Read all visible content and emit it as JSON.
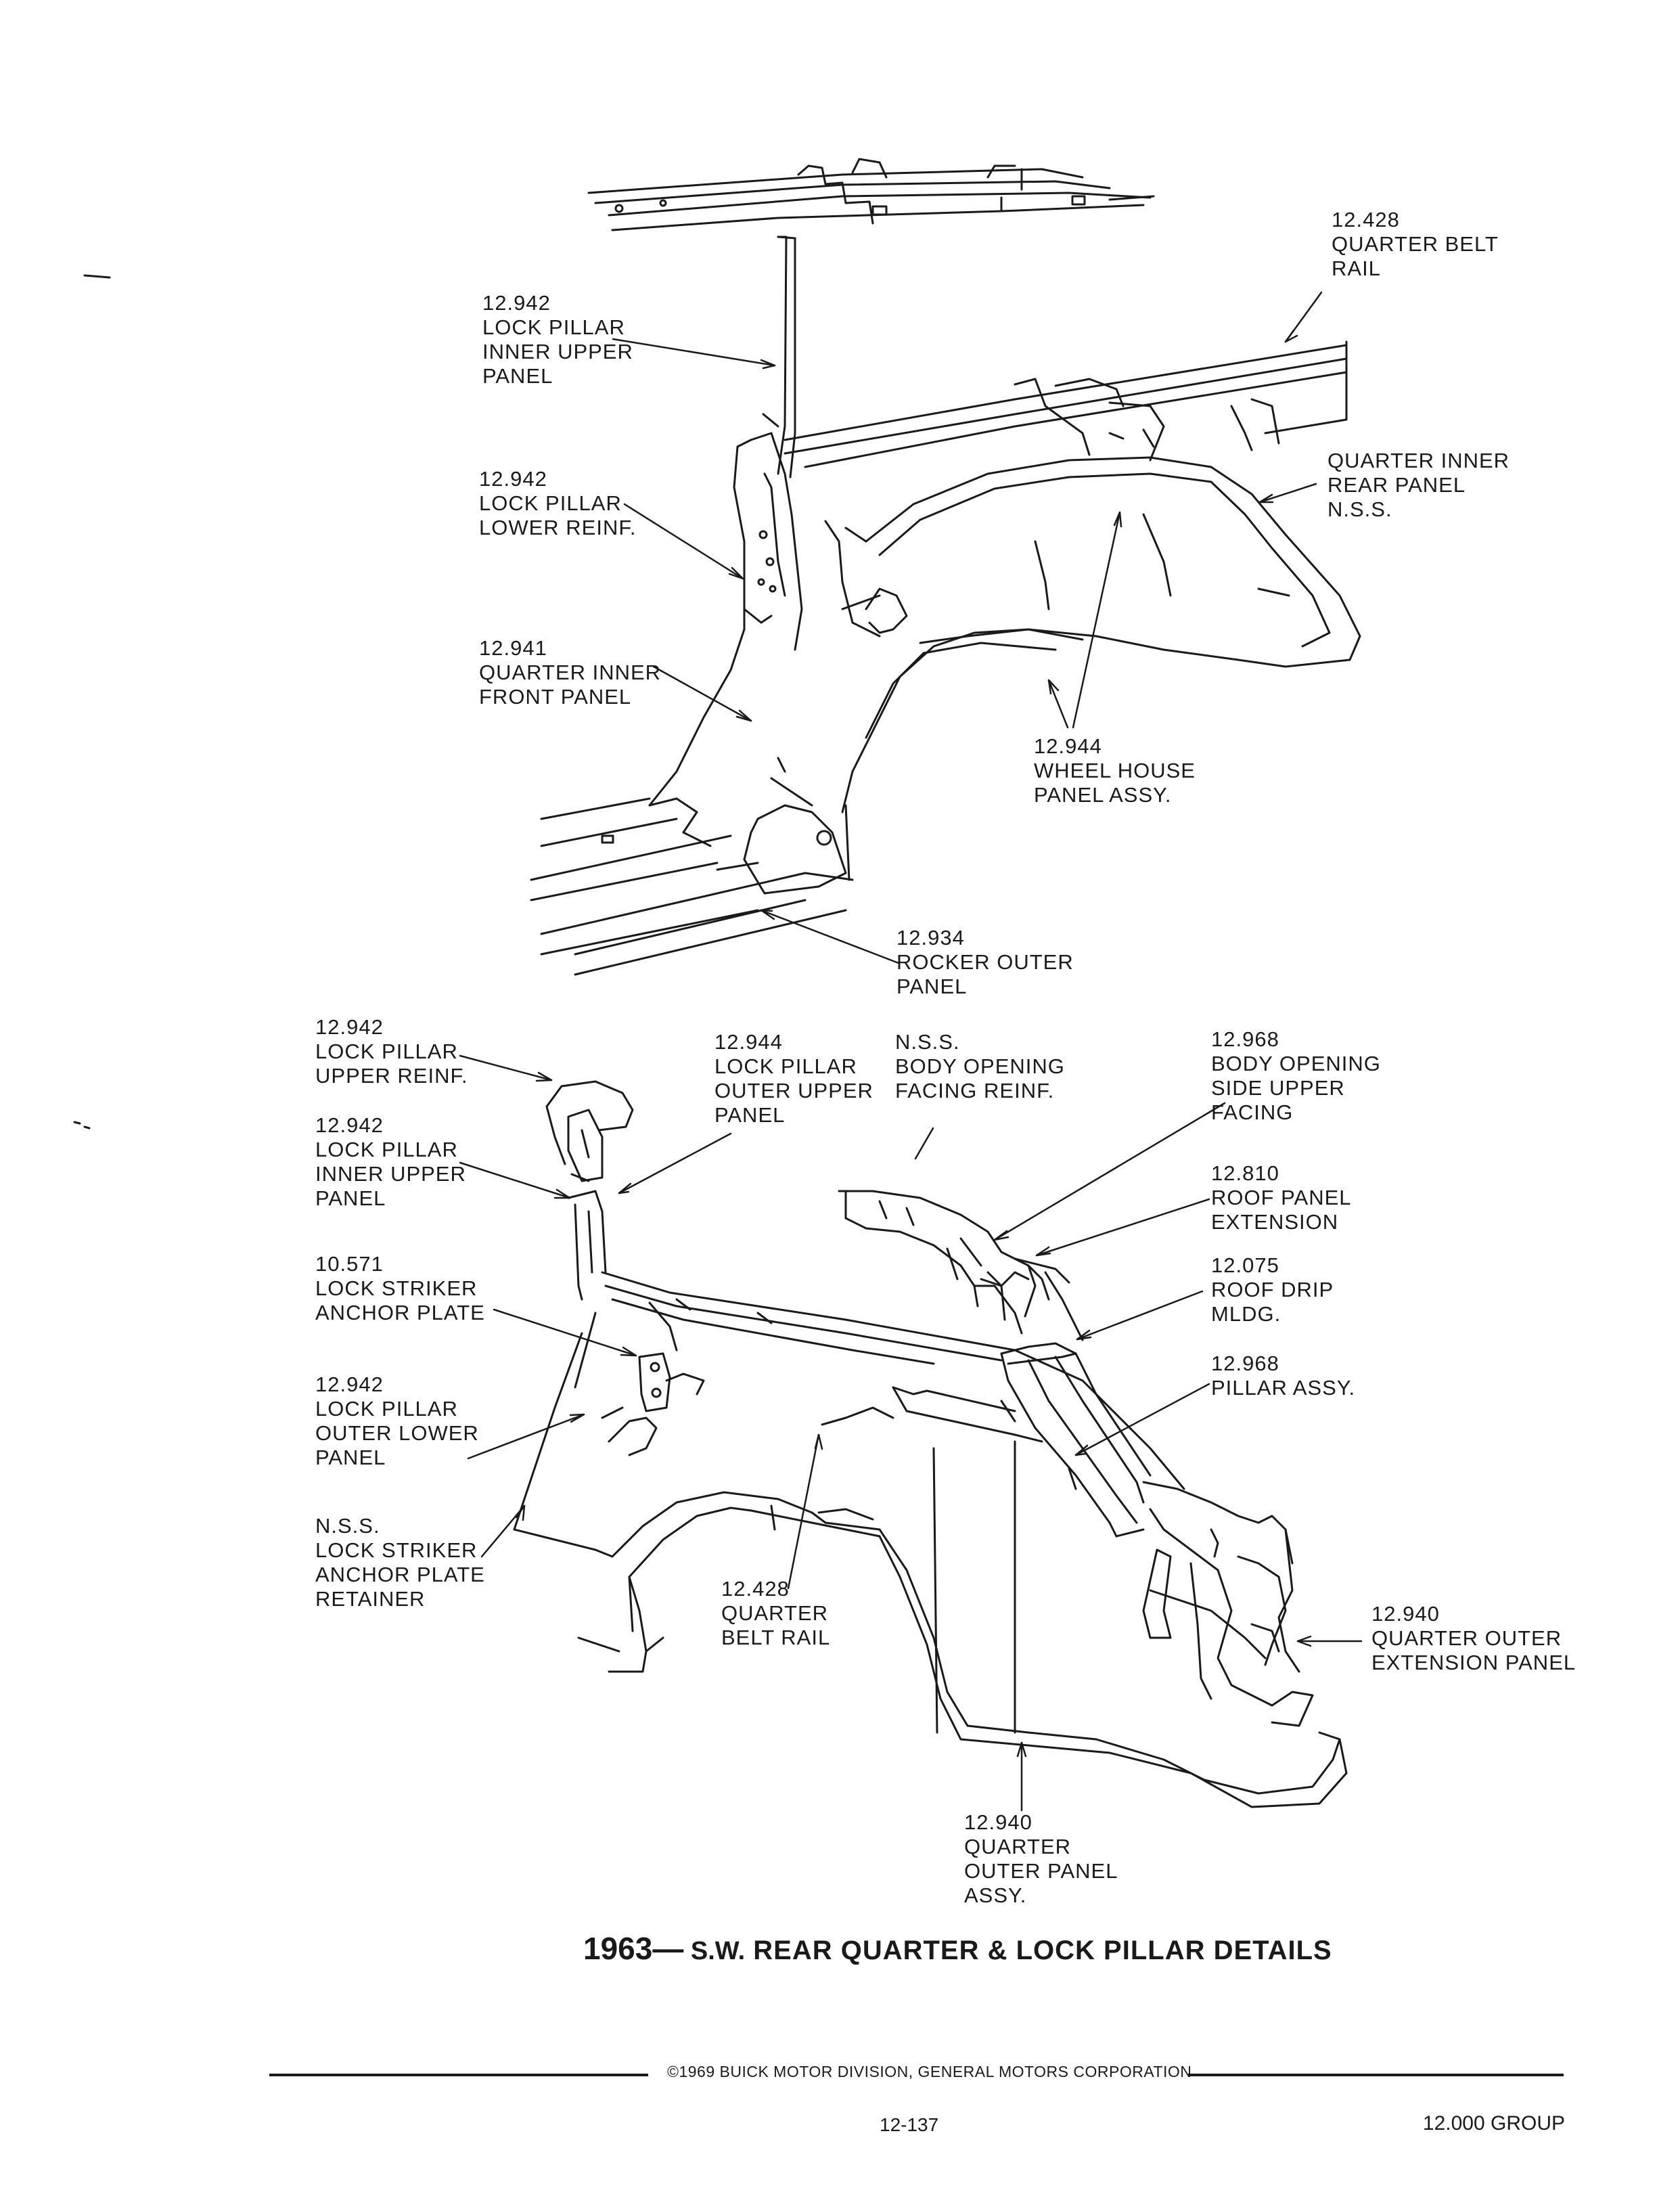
{
  "callouts": {
    "quarter_belt_rail_upper": [
      "12.428",
      "QUARTER BELT",
      "RAIL"
    ],
    "lock_pillar_inner_upper_top": [
      "12.942",
      "LOCK PILLAR",
      "INNER UPPER",
      "PANEL"
    ],
    "quarter_inner_rear": [
      "QUARTER INNER",
      "REAR PANEL",
      "N.S.S."
    ],
    "lock_pillar_lower_reinf": [
      "12.942",
      "LOCK PILLAR",
      "LOWER REINF."
    ],
    "quarter_inner_front": [
      "12.941",
      "QUARTER INNER",
      "FRONT PANEL"
    ],
    "wheel_house": [
      "12.944",
      "WHEEL HOUSE",
      "PANEL ASSY."
    ],
    "rocker_outer": [
      "12.934",
      "ROCKER OUTER",
      "PANEL"
    ],
    "lock_pillar_upper_reinf": [
      "12.942",
      "LOCK PILLAR",
      "UPPER REINF."
    ],
    "lock_pillar_outer_upper": [
      "12.944",
      "LOCK PILLAR",
      "OUTER UPPER",
      "PANEL"
    ],
    "body_opening_facing_reinf": [
      "N.S.S.",
      "BODY OPENING",
      "FACING REINF."
    ],
    "body_opening_side_upper": [
      "12.968",
      "BODY OPENING",
      "SIDE UPPER",
      "FACING"
    ],
    "lock_pillar_inner_upper_lower": [
      "12.942",
      "LOCK PILLAR",
      "INNER UPPER",
      "PANEL"
    ],
    "roof_panel_extension": [
      "12.810",
      "ROOF PANEL",
      "EXTENSION"
    ],
    "lock_striker_anchor_plate": [
      "10.571",
      "LOCK STRIKER",
      "ANCHOR PLATE"
    ],
    "roof_drip_mldg": [
      "12.075",
      "ROOF DRIP",
      "MLDG."
    ],
    "pillar_assy": [
      "12.968",
      "PILLAR ASSY."
    ],
    "lock_pillar_outer_lower": [
      "12.942",
      "LOCK PILLAR",
      "OUTER LOWER",
      "PANEL"
    ],
    "lock_striker_retainer": [
      "N.S.S.",
      "LOCK STRIKER",
      "ANCHOR PLATE",
      "RETAINER"
    ],
    "quarter_belt_rail_lower": [
      "12.428",
      "QUARTER",
      "BELT RAIL"
    ],
    "quarter_outer_extension": [
      "12.940",
      "QUARTER OUTER",
      "EXTENSION PANEL"
    ],
    "quarter_outer_panel": [
      "12.940",
      "QUARTER",
      "OUTER PANEL",
      "ASSY."
    ]
  },
  "title": {
    "year": "1963",
    "dash": "—",
    "model": " S.W.",
    "rest": " REAR QUARTER & LOCK PILLAR DETAILS"
  },
  "footer": {
    "copyright": "©1969 BUICK MOTOR DIVISION, GENERAL MOTORS CORPORATION",
    "page_number": "12-137",
    "group": "12.000 GROUP"
  }
}
